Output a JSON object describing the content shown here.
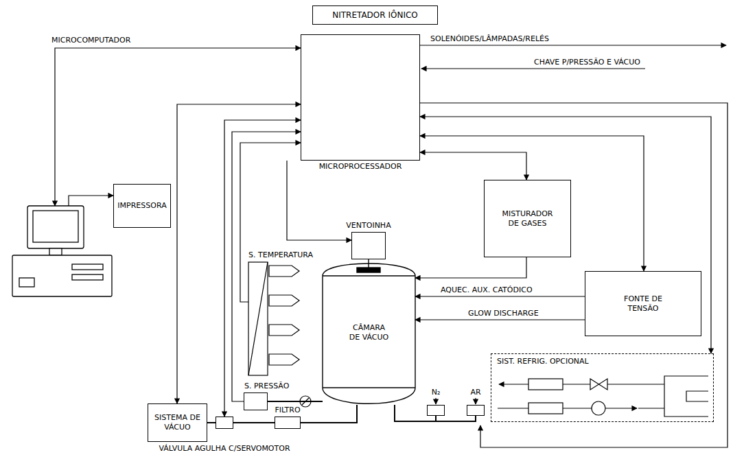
{
  "diagram": {
    "nodes": [
      {
        "text": [
          "NITRETADOR IÔNICO"
        ]
      },
      {
        "text": [
          "MICROCOMPUTADOR"
        ]
      },
      {
        "text": [
          "MICROPROCESSADOR"
        ]
      },
      {
        "text": [
          "IMPRESSORA"
        ]
      },
      {
        "text": [
          "VENTOINHA"
        ]
      },
      {
        "text": [
          "MISTURADOR DE GASES"
        ]
      },
      {
        "text": [
          "S. TEMPERATURA"
        ]
      },
      {
        "text": [
          "CÂMARA DE VÁCUO"
        ]
      },
      {
        "text": [
          "FONTE DE TENSÃO"
        ]
      },
      {
        "text": [
          "S. PRESSÃO"
        ]
      },
      {
        "text": [
          "SIST. REFRIG. OPCIONAL"
        ]
      },
      {
        "text": [
          "N₂"
        ]
      },
      {
        "text": [
          "AR"
        ]
      },
      {
        "text": [
          "SISTEMA DE VÁCUO"
        ]
      },
      {
        "text": [
          "FILTRO"
        ]
      },
      {
        "text": [
          "VÁLVULA AGULHA C/SERVOMOTOR"
        ]
      }
    ],
    "edges": [
      {
        "from": 2,
        "to": 1,
        "arrow": "both"
      },
      {
        "from": 1,
        "to": 3,
        "arrow": "to"
      },
      {
        "from": 2,
        "to": 5,
        "arrow": "both"
      },
      {
        "from": 5,
        "to": 7,
        "arrow": "to"
      },
      {
        "from": 2,
        "to": 8,
        "arrow": "both"
      },
      {
        "from": 8,
        "to": 7,
        "label": "AQUEC. AUX. CATÓDICO",
        "arrow": "to"
      },
      {
        "from": 8,
        "to": 7,
        "label": "GLOW DISCHARGE",
        "arrow": "to"
      },
      {
        "from": 2,
        "to": 4,
        "arrow": "to"
      },
      {
        "from": 6,
        "to": 2,
        "arrow": "to"
      },
      {
        "from": 9,
        "to": 2,
        "arrow": "to"
      },
      {
        "from": 2,
        "to": 13,
        "arrow": "both"
      },
      {
        "from": 2,
        "to": 15,
        "arrow": "both"
      },
      {
        "from": 2,
        "to": 10,
        "arrow": "both"
      },
      {
        "from": 9,
        "to": 7,
        "arrow": "none"
      },
      {
        "from": 11,
        "to": 7,
        "arrow": "none"
      },
      {
        "from": 12,
        "to": 7,
        "arrow": "none"
      },
      {
        "from": 13,
        "to": 15,
        "arrow": "none"
      },
      {
        "from": 15,
        "to": 14,
        "arrow": "none"
      },
      {
        "from": 14,
        "to": 7,
        "arrow": "none"
      }
    ],
    "labels": [
      "SOLENÓIDES/LÂMPADAS/RELÉS",
      "CHAVE P/PRESSÃO E VÁCUO"
    ]
  }
}
